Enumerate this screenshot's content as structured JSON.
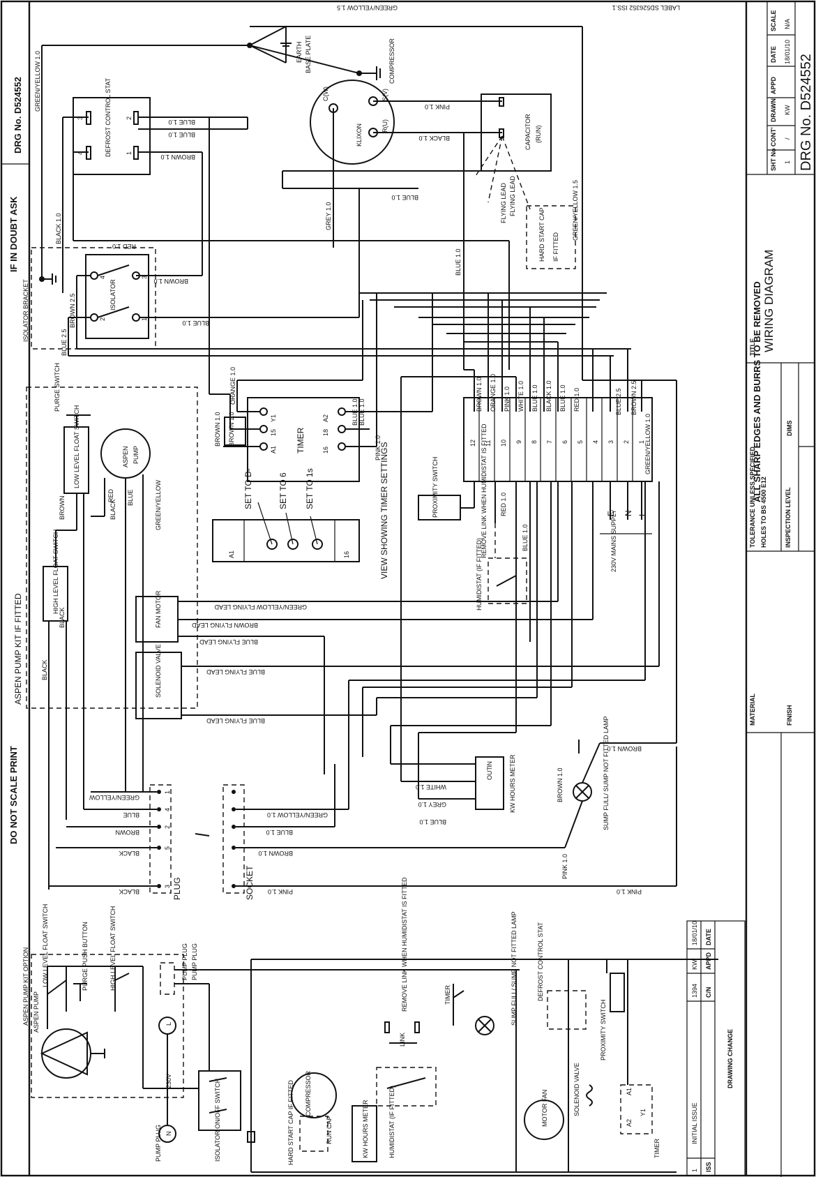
{
  "border_left": {
    "drg_no": "DRG No. D524552",
    "doubt": "IF IN DOUBT ASK",
    "no_scale": "DO NOT SCALE PRINT"
  },
  "title_block": {
    "burrs": "ALL SHARP EDGES AND BURRS TO BE REMOVED",
    "col_sht": "SHT No",
    "val_sht": "1",
    "col_cont": "CONT'",
    "val_cont": "/",
    "col_drawn": "DRAWN",
    "val_drawn": "KW",
    "col_appd": "APPD",
    "val_appd": "",
    "col_date": "DATE",
    "val_date": "18/01/10",
    "col_scale": "SCALE",
    "val_scale": "N/A",
    "drg_no": "DRG No. D524552",
    "title_label": "TITLE",
    "title": "WIRING DIAGRAM",
    "tolerance": "TOLERANCE UNLESS SPECIFIED",
    "holes": "HOLES TO BS 4500 E12",
    "dims": "DIMS",
    "inspection": "INSPECTION LEVEL",
    "material": "MATERIAL",
    "finish": "FINISH"
  },
  "revision_block": {
    "rev": "1",
    "desc": "INITIAL ISSUE",
    "cn": "1394",
    "appd": "KW",
    "date": "18/01/10",
    "hdr_iss": "ISS",
    "hdr_cn": "C/N",
    "hdr_appd": "APPD",
    "hdr_date": "DATE",
    "hdr_desc": "DRAWING CHANGE"
  },
  "top": {
    "label": "LABEL SD526352 ISS.1",
    "gy15": "GREEN/YELLOW 1.5",
    "gy10": "GREEN/YELLOW 1.0",
    "earth": "EARTH",
    "base_plate": "BASE PLATE",
    "compressor": "COMPRESSOR",
    "c_w": "C(W)",
    "s_v": "S(V)",
    "r_u": "R(U)",
    "klixon": "KLIXON",
    "pink10": "PINK 1.0",
    "black10": "BLACK 1.0",
    "capacitor": "CAPACITOR",
    "run": "(RUN)",
    "flying_lead": "FLYING LEAD",
    "flying_lead2": "FLYING LEAD",
    "hard_start": "HARD START CAP",
    "if_fitted": "IF FITTED",
    "gy15b": "GREEN/YELLOW 1.5",
    "blue10": "BLUE 1.0",
    "blue10b": "BLUE 1.0",
    "grey10": "GREY 1.0",
    "defrost": "DEFROST CONTROL STAT",
    "t3": "3",
    "t2": "2",
    "t4": "4",
    "t1": "1",
    "d_blue1": "BLUE 1.0",
    "d_blue2": "BLUE 1.0",
    "d_brown": "BROWN 1.0",
    "black_v": "BLACK 1.0",
    "red10": "RED 1.0",
    "isolator_bracket": "ISOLATOR BRACKET",
    "isolator": "ISOLATOR",
    "i4": "4",
    "i3": "3",
    "i2": "2",
    "i1": "1",
    "brown25": "BROWN 2.5",
    "blue25": "BLUE 2.5",
    "iso_brown": "BROWN 1.0",
    "iso_blue": "BLUE 1.0"
  },
  "middle": {
    "purge": "PURGE SWITCH",
    "low_level": "LOW LEVEL FLOAT SWITCH",
    "aspen": "ASPEN",
    "pump": "PUMP",
    "brown": "BROWN",
    "red": "RED",
    "black": "BLACK",
    "blue": "BLUE",
    "gy": "GREEN/YELLOW",
    "high_level": "HIGH LEVEL FLOAT SWITCH",
    "aspen_kit": "ASPEN PUMP KIT IF FITTED",
    "fan_motor": "FAN MOTOR",
    "solenoid": "SOLENOID VALVE",
    "timer": "TIMER",
    "a1": "A1",
    "t15": "15",
    "y1": "Y1",
    "t16": "16",
    "t18": "18",
    "a2": "A2",
    "set_d": "SET TO D-",
    "set_6": "SET TO 6",
    "set_1s": "SET TO 1s",
    "view_timer": "VIEW SHOWING TIMER SETTINGS",
    "brown10": "BROWN 1.0",
    "orange10": "ORANGE 1.0",
    "brown10b": "BROWN 1.0",
    "blue10t": "BLUE 1.0",
    "blue10t2": "BLUE 1.0",
    "pink10t": "PINK 1.0",
    "proximity": "PROXIMITY SWITCH",
    "remove_link": "REMOVE LINK WHEN HUMIDISTAT IS FITTED",
    "humidistat": "HUMIDISTAT (IF FITTED)",
    "red10b": "RED 1.0",
    "blue10c": "BLUE 1.0",
    "mains": "230V MAINS SUPPLY",
    "e": "E",
    "n": "N",
    "l": "L",
    "tb_brown": "BROWN 1.0",
    "tb_orange": "ORANGE 1.0",
    "tb_pink": "PINK 1.0",
    "tb_white": "WHITE 1.0",
    "tb_blue": "BLUE 1.0",
    "tb_black": "BLACK 1.0",
    "tb_blue2": "BLUE 1.0",
    "tb_red": "RED 1.0",
    "tb_blue25": "BLUE 2.5",
    "tb_brown25": "BROWN 2.5",
    "tb_gy": "GREEN/YELLOW 1.0",
    "terminals": [
      "12",
      "11",
      "10",
      "9",
      "8",
      "7",
      "6",
      "5",
      "4",
      "3",
      "2",
      "1"
    ],
    "fan_gy": "GREEN/YELLOW FLYING LEAD",
    "fan_brown": "BROWN FLYING LEAD",
    "fan_blue": "BLUE FLYING LEAD",
    "sol_blue1": "BLUE FLYING LEAD",
    "sol_blue2": "BLUE FLYING LEAD"
  },
  "lower": {
    "plug": "PLUG",
    "socket": "SOCKET",
    "p_gy": "GREEN/YELLOW",
    "p_blue": "BLUE",
    "p_brown": "BROWN",
    "p_black": "BLACK",
    "p_black2": "BLACK",
    "pins": [
      "1",
      "4",
      "2",
      "5",
      "3"
    ],
    "s_gy": "GREEN/YELLOW 1.0",
    "s_blue": "BLUE 1.0",
    "s_brown": "BROWN 1.0",
    "s_pink": "PINK 1.0",
    "kwh": "KW HOURS METER",
    "out": "OUT",
    "in": "IN",
    "white10": "WHITE 1.0",
    "grey10": "GREY 1.0",
    "blue10": "BLUE 1.0",
    "sump": "SUMP FULL/ SUMP NOT FITTED LAMP",
    "brown10": "BROWN 1.0",
    "brown10b": "BROWN 1.0",
    "pink10": "PINK 1.0",
    "pink10b": "PINK 1.0"
  },
  "schematic": {
    "aspen_kit": "ASPEN PUMP KIT OPTION",
    "aspen_pump": "ASPEN PUMP",
    "low_level": "LOW LEVEL FLOAT SWITCH",
    "purge_btn": "PURGE PUSH BUTTON",
    "high_level": "HIGH LEVEL FLOAT SWITCH",
    "pump_plug": "PUMP PLUG",
    "pump_plug2": "PUMP PLUG",
    "v230": "230V",
    "l": "L",
    "n": "N",
    "isolator": "ISOLATOR ON/OFF SWITCH",
    "hard_start": "HARD START CAP IF FITTED",
    "run_cap": "RUN CAP",
    "compressor": "COMPRESSOR",
    "kwh": "KW HOURS METER",
    "humid": "HUMIDISTAT (IF FITTED)",
    "link": "LINK",
    "remove": "REMOVE LINK WHEN HUMIDISTAT IS FITTED",
    "timer": "TIMER",
    "sump": "SUMP FULL/ SUMP NOT FITTED LAMP",
    "motor_fan": "MOTOR FAN",
    "defrost": "DEFROST CONTROL STAT",
    "solenoid": "SOLENOID VALVE",
    "proximity": "PROXIMITY SWITCH",
    "timer2": "TIMER",
    "a1": "A1",
    "a2": "A2",
    "y1": "Y1"
  }
}
